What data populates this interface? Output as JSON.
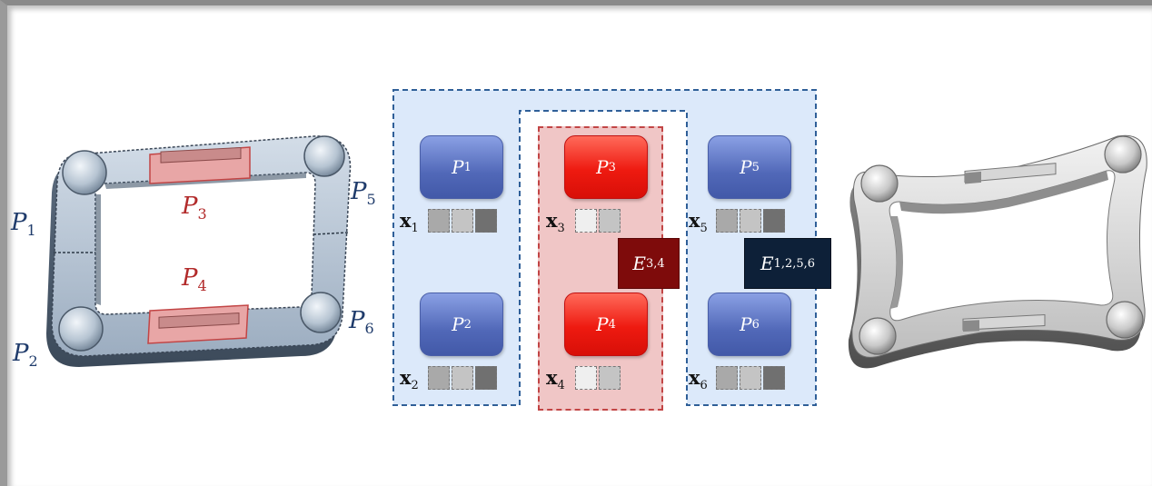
{
  "left_labels": {
    "p1": {
      "base": "P",
      "sub": "1"
    },
    "p2": {
      "base": "P",
      "sub": "2"
    },
    "p3": {
      "base": "P",
      "sub": "3"
    },
    "p4": {
      "base": "P",
      "sub": "4"
    },
    "p5": {
      "base": "P",
      "sub": "5"
    },
    "p6": {
      "base": "P",
      "sub": "6"
    }
  },
  "boxes": {
    "p1": {
      "base": "P",
      "sub": "1"
    },
    "p2": {
      "base": "P",
      "sub": "2"
    },
    "p3": {
      "base": "P",
      "sub": "3"
    },
    "p4": {
      "base": "P",
      "sub": "4"
    },
    "p5": {
      "base": "P",
      "sub": "5"
    },
    "p6": {
      "base": "P",
      "sub": "6"
    }
  },
  "vars": {
    "x1": {
      "base": "x",
      "sub": "1"
    },
    "x2": {
      "base": "x",
      "sub": "2"
    },
    "x3": {
      "base": "x",
      "sub": "3"
    },
    "x4": {
      "base": "x",
      "sub": "4"
    },
    "x5": {
      "base": "x",
      "sub": "5"
    },
    "x6": {
      "base": "x",
      "sub": "6"
    }
  },
  "edges": {
    "e34": {
      "base": "E",
      "sub": "3,4"
    },
    "e1256": {
      "base": "E",
      "sub": "1,2,5,6"
    }
  },
  "colors": {
    "blue_group": "#dce9fa",
    "red_group": "#f0c6c6",
    "blue_box": "#5168b8",
    "red_box": "#ee1a10",
    "edge_red": "#7e0b0b",
    "edge_navy": "#0d2038"
  }
}
